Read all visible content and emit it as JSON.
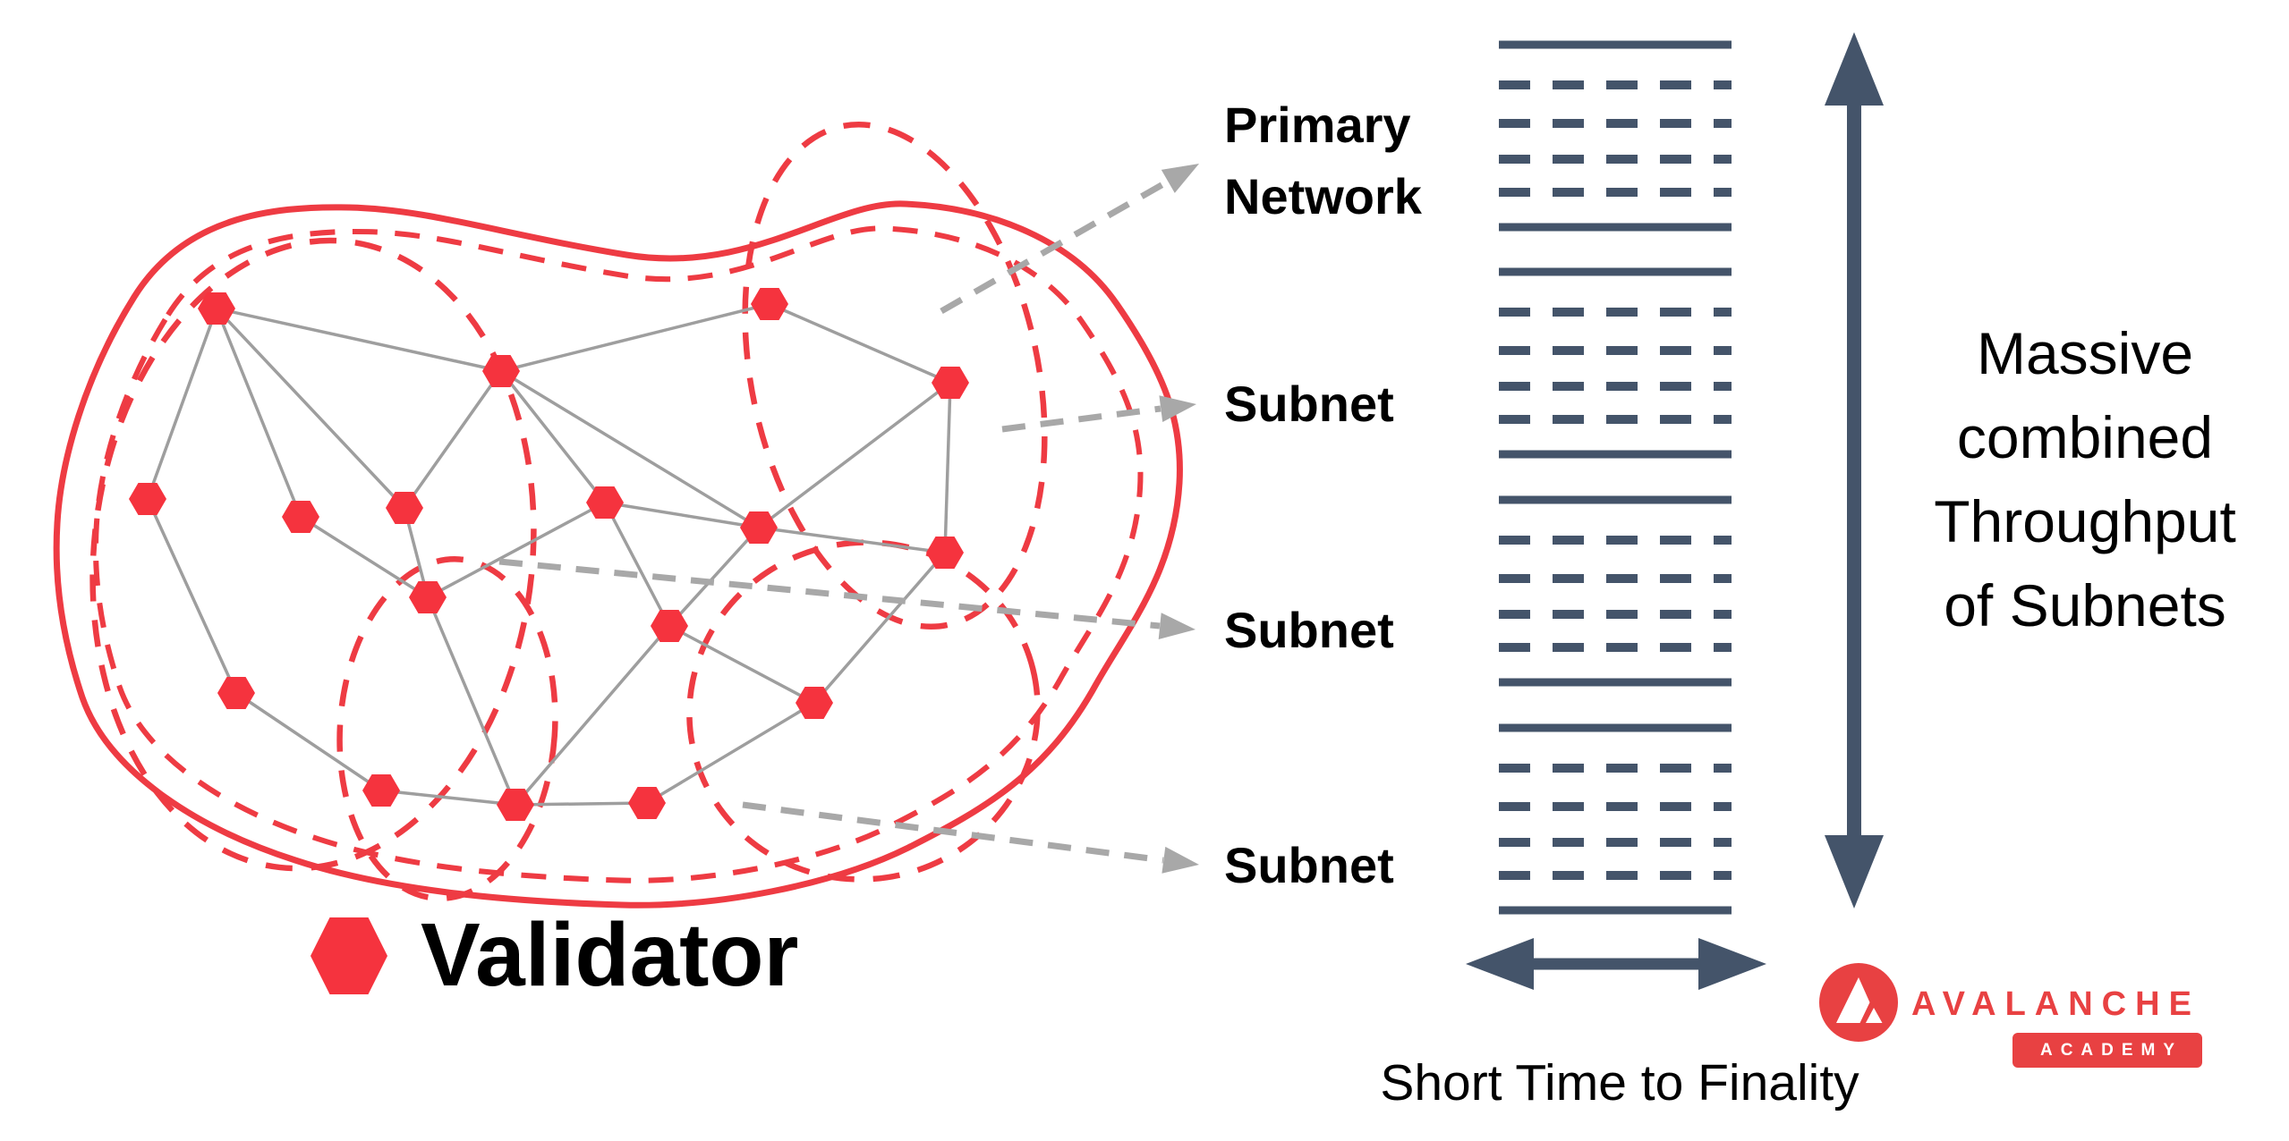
{
  "network_diagram": {
    "callout_primary_network": {
      "lines": [
        "Primary",
        "Network"
      ]
    },
    "callout_subnets": [
      "Subnet",
      "Subnet",
      "Subnet"
    ],
    "legend_validator": "Validator"
  },
  "throughput_figure": {
    "vertical_caption_lines": [
      "Massive",
      "combined",
      "Throughput",
      "of Subnets"
    ],
    "horizontal_caption": "Short Time to Finality"
  },
  "brand": {
    "wordmark": "AVALANCHE",
    "badge": "ACADEMY"
  },
  "colors": {
    "avalanche_red": "#E84142",
    "diagram_red": "#EE3B43",
    "hexagon_red": "#F5333E",
    "slate": "#44546A",
    "edge_gray": "#9E9E9E",
    "leader_gray": "#A8A8A8",
    "text_black": "#000000"
  }
}
